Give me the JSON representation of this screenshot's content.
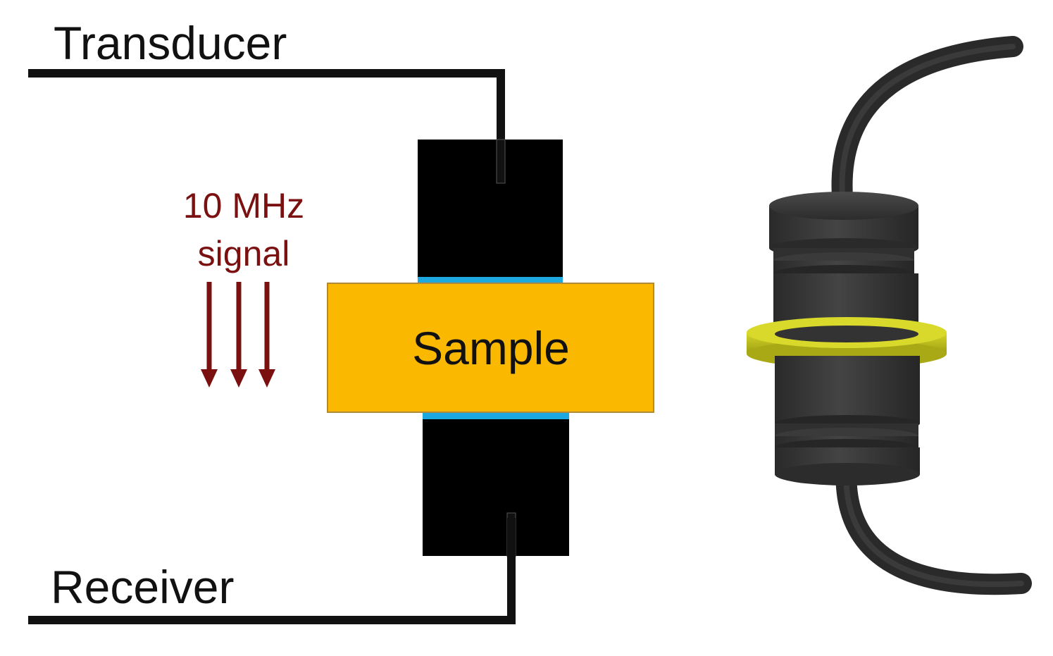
{
  "labels": {
    "transducer": "Transducer",
    "receiver": "Receiver",
    "signal_line1": "10 MHz",
    "signal_line2": "signal",
    "sample": "Sample"
  },
  "colors": {
    "wire": "#111111",
    "block": "#000000",
    "couplant": "#1ea8e0",
    "sample_fill": "#fbb800",
    "sample_border": "#b08a3a",
    "signal": "#7a1010",
    "device_body": "#3c3c3c",
    "device_ring": "#cfcf1a"
  },
  "icons": {
    "signal_arrows": "down-arrow-icon",
    "device_render": "ultrasonic-transducer-icon"
  }
}
